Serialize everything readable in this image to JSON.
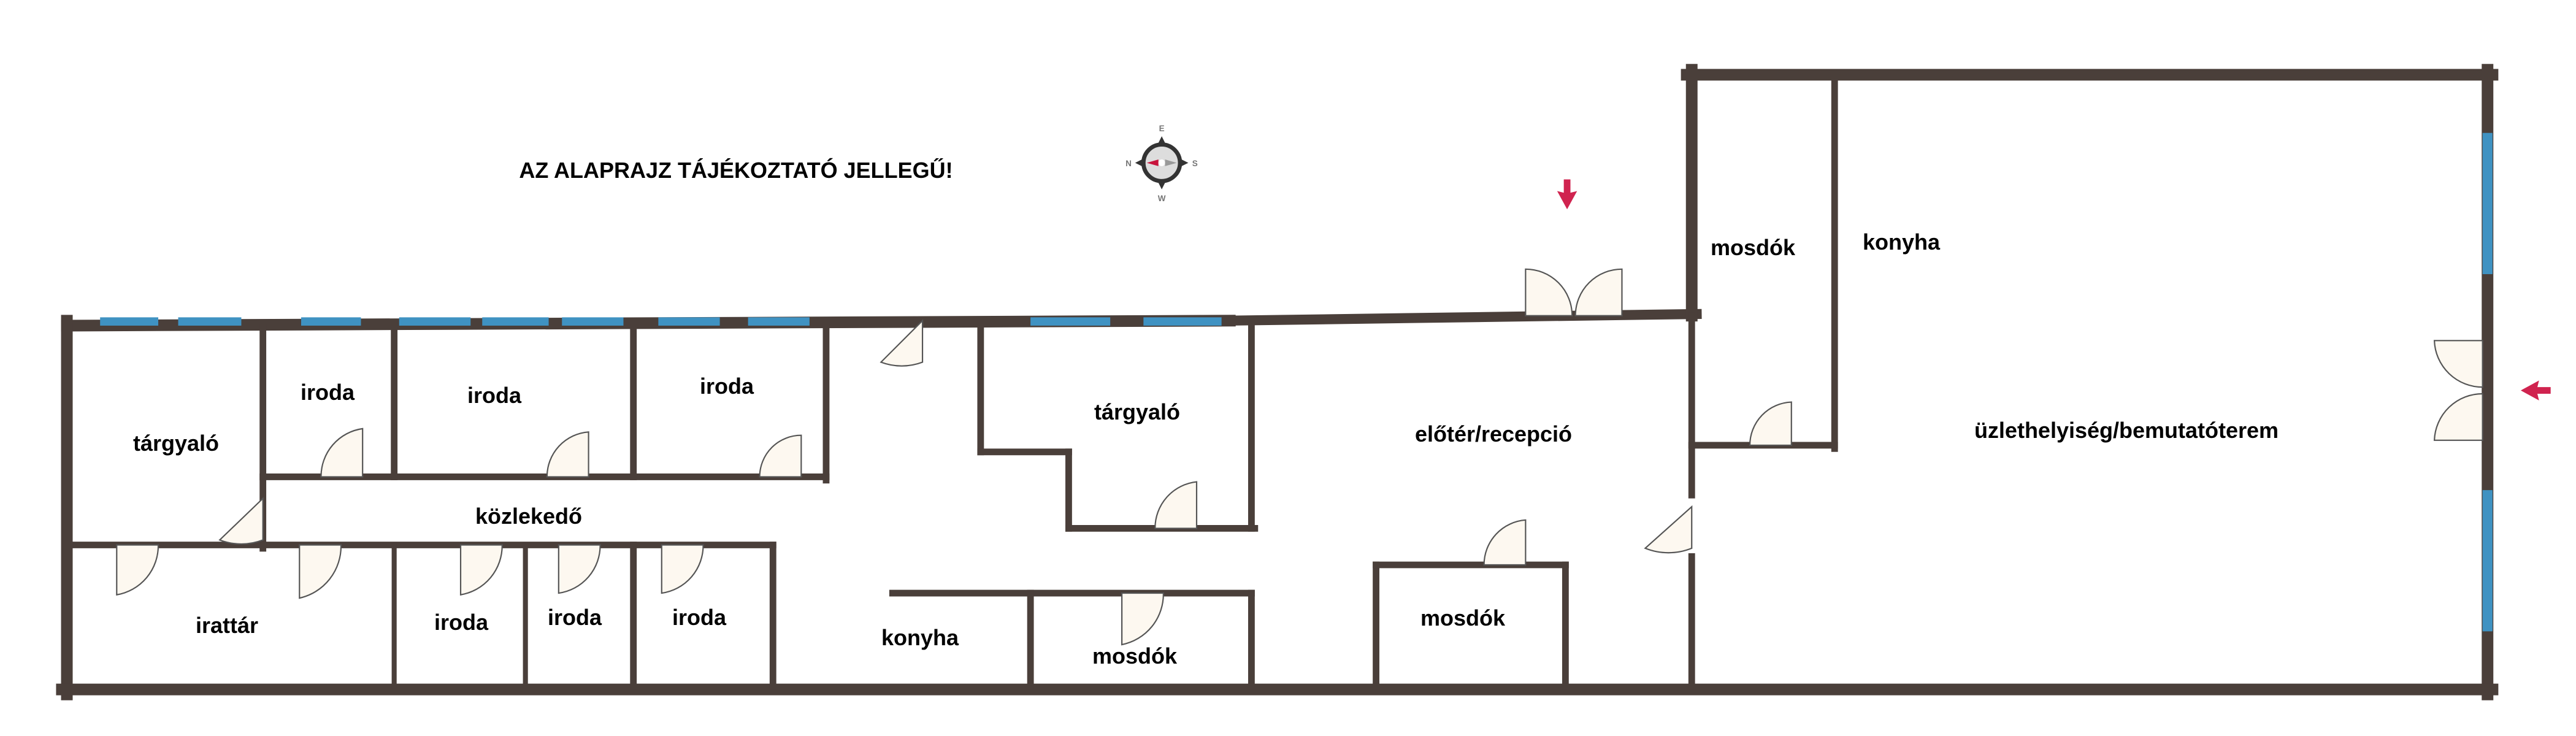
{
  "notice": "AZ ALAPRAJZ TÁJÉKOZTATÓ JELLEGŰ!",
  "compass": {
    "n": "N",
    "e": "E",
    "s": "S",
    "w": "W"
  },
  "rooms": [
    {
      "id": "targyalo-1",
      "label": "tárgyaló"
    },
    {
      "id": "iroda-1",
      "label": "iroda"
    },
    {
      "id": "iroda-2",
      "label": "iroda"
    },
    {
      "id": "iroda-3",
      "label": "iroda"
    },
    {
      "id": "kozlekedo",
      "label": "közlekedő"
    },
    {
      "id": "irattar",
      "label": "irattár"
    },
    {
      "id": "iroda-4",
      "label": "iroda"
    },
    {
      "id": "iroda-5",
      "label": "iroda"
    },
    {
      "id": "iroda-6",
      "label": "iroda"
    },
    {
      "id": "targyalo-2",
      "label": "tárgyaló"
    },
    {
      "id": "konyha-1",
      "label": "konyha"
    },
    {
      "id": "mosdok-1",
      "label": "mosdók"
    },
    {
      "id": "eloter",
      "label": "előtér/recepció"
    },
    {
      "id": "mosdok-2",
      "label": "mosdók"
    },
    {
      "id": "mosdok-3",
      "label": "mosdók"
    },
    {
      "id": "konyha-2",
      "label": "konyha"
    },
    {
      "id": "uzlethelyiseg",
      "label": "üzlethelyiség/bemutatóterem"
    }
  ],
  "colors": {
    "wall": "#4a3f3a",
    "window": "#3f92c2",
    "door": "#fdf8f0",
    "arrow": "#d0234f"
  }
}
